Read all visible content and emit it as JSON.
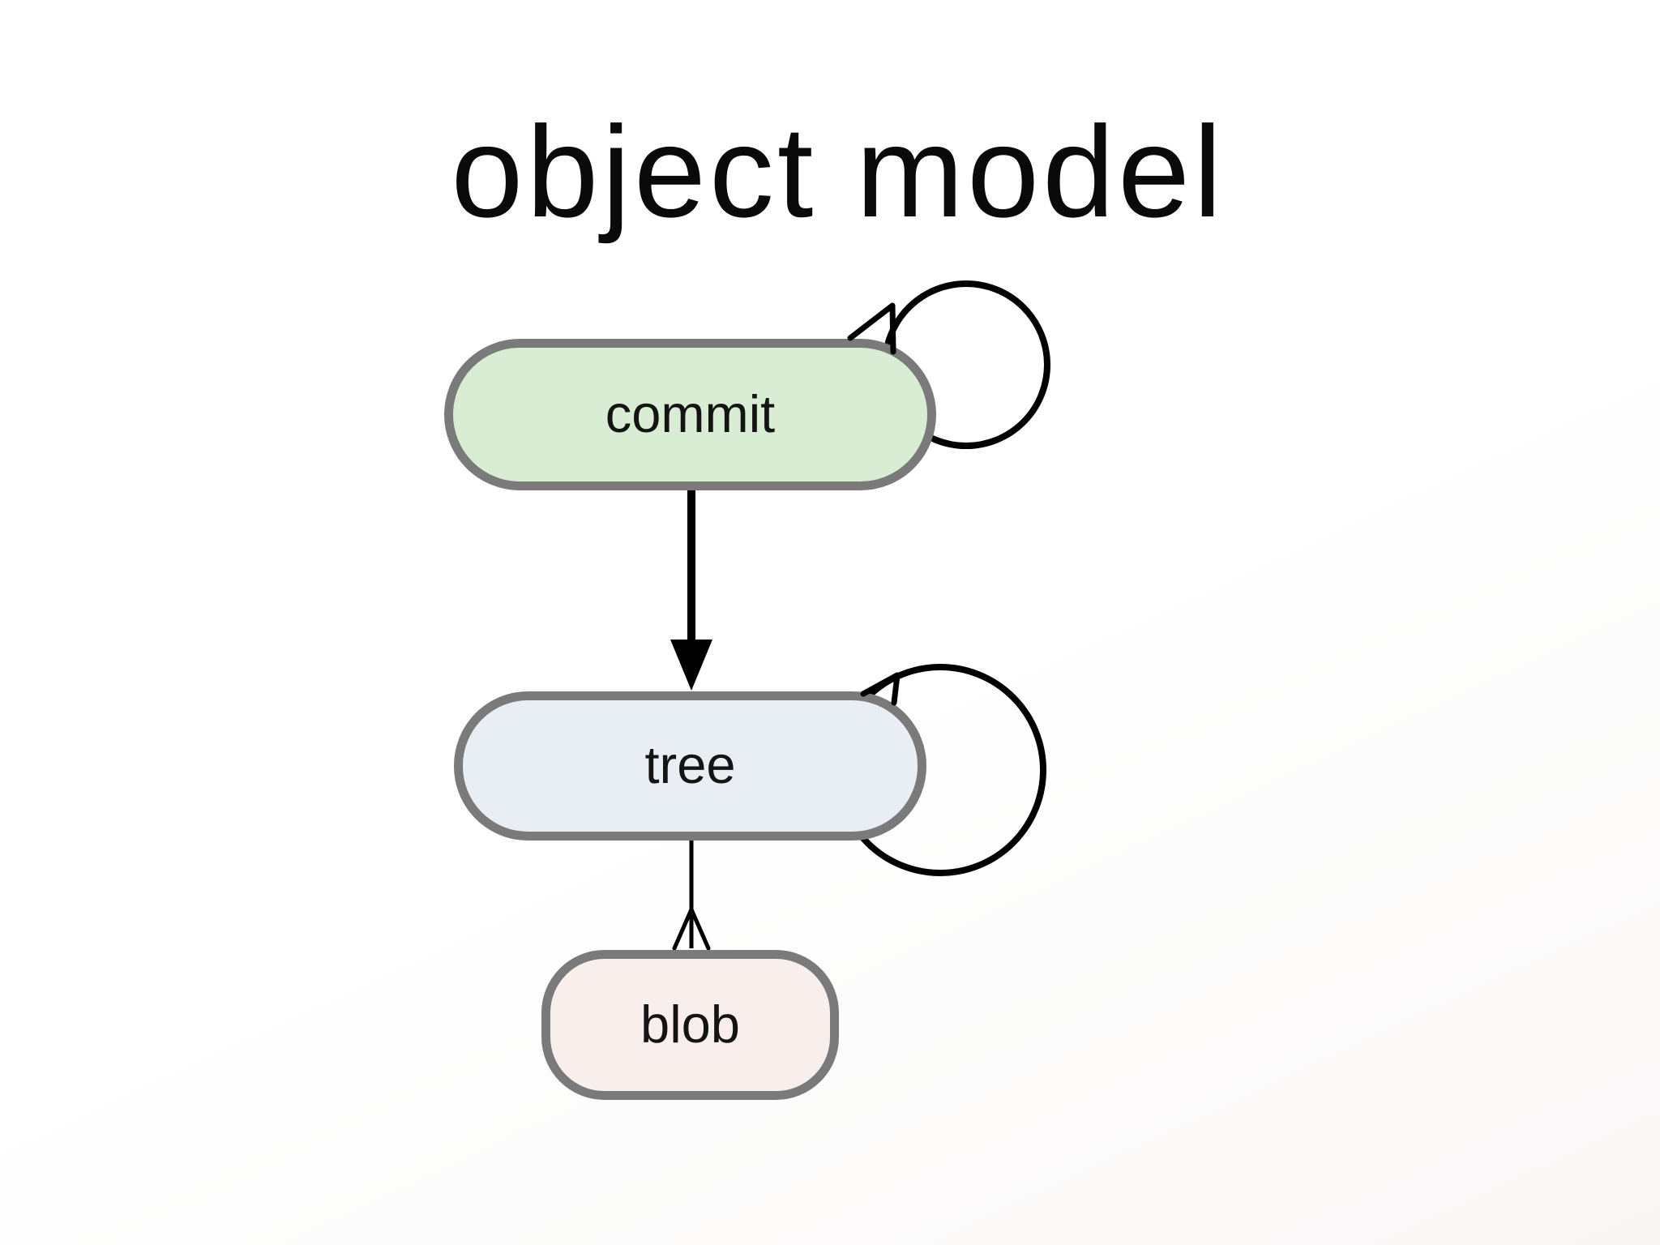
{
  "slide": {
    "title": "object model"
  },
  "diagram": {
    "type": "graph",
    "nodes": [
      {
        "id": "commit",
        "label": "commit",
        "fill": "#d9edd4",
        "shape": "pill",
        "self_loop": true
      },
      {
        "id": "tree",
        "label": "tree",
        "fill": "#e9eef5",
        "shape": "pill",
        "self_loop": true
      },
      {
        "id": "blob",
        "label": "blob",
        "fill": "#f8eeec",
        "shape": "pill",
        "self_loop": false
      }
    ],
    "edges": [
      {
        "from": "commit",
        "to": "commit",
        "type": "self-loop",
        "arrowhead": "open-v"
      },
      {
        "from": "commit",
        "to": "tree",
        "type": "straight",
        "arrowhead": "filled-triangle"
      },
      {
        "from": "tree",
        "to": "tree",
        "type": "self-loop",
        "arrowhead": "open-v"
      },
      {
        "from": "tree",
        "to": "blob",
        "type": "straight",
        "arrowhead": "open-v"
      }
    ],
    "colors": {
      "node_border": "#7a7a7a",
      "edge_line": "#000000",
      "commit_fill": "#d9edd4",
      "tree_fill": "#e9eef5",
      "blob_fill": "#f8eeec",
      "title_text": "#0a0a0a",
      "node_text": "#141414",
      "background": "#ffffff"
    }
  }
}
